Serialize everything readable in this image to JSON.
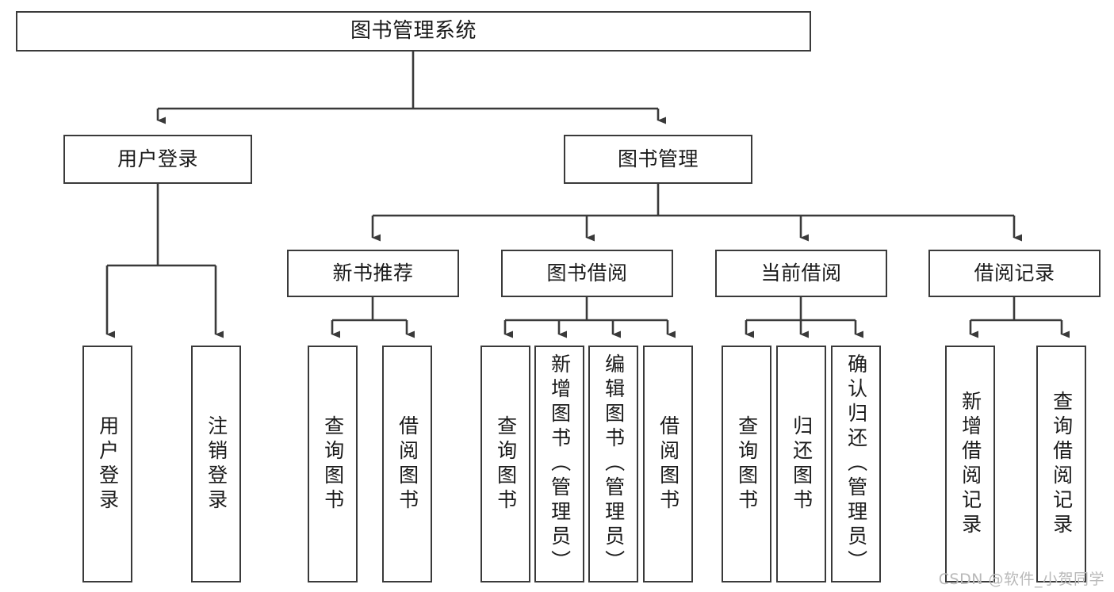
{
  "diagram": {
    "title": "图书管理系统",
    "type": "tree-hierarchy",
    "orientation": "top-down",
    "line_color": "#3a3a3a",
    "box_fill": "#ffffff",
    "text_color": "#1a1a1a"
  },
  "nodes": {
    "root": {
      "label": "图书管理系统",
      "level": 1
    },
    "l2": [
      {
        "id": "user-login",
        "label": "用户登录",
        "level": 2
      },
      {
        "id": "book-manage",
        "label": "图书管理",
        "level": 2
      }
    ],
    "l3": [
      {
        "id": "new-book-rec",
        "label": "新书推荐",
        "level": 3,
        "parent": "book-manage"
      },
      {
        "id": "book-borrow",
        "label": "图书借阅",
        "level": 3,
        "parent": "book-manage"
      },
      {
        "id": "current-borrow",
        "label": "当前借阅",
        "level": 3,
        "parent": "book-manage"
      },
      {
        "id": "borrow-record",
        "label": "借阅记录",
        "level": 3,
        "parent": "book-manage"
      }
    ],
    "leaves": [
      {
        "id": "leaf-user-login",
        "label": "用户登录",
        "parent": "user-login"
      },
      {
        "id": "leaf-user-logout",
        "label": "注销登录",
        "parent": "user-login"
      },
      {
        "id": "leaf-rec-query",
        "label": "查询图书",
        "parent": "new-book-rec"
      },
      {
        "id": "leaf-rec-borrow",
        "label": "借阅图书",
        "parent": "new-book-rec"
      },
      {
        "id": "leaf-borrow-query",
        "label": "查询图书",
        "parent": "book-borrow"
      },
      {
        "id": "leaf-borrow-add",
        "label": "新增图书（管理员）",
        "parent": "book-borrow"
      },
      {
        "id": "leaf-borrow-edit",
        "label": "编辑图书（管理员）",
        "parent": "book-borrow"
      },
      {
        "id": "leaf-borrow-lend",
        "label": "借阅图书",
        "parent": "book-borrow"
      },
      {
        "id": "leaf-cur-query",
        "label": "查询图书",
        "parent": "current-borrow"
      },
      {
        "id": "leaf-cur-return",
        "label": "归还图书",
        "parent": "current-borrow"
      },
      {
        "id": "leaf-cur-confirm",
        "label": "确认归还（管理员）",
        "parent": "current-borrow"
      },
      {
        "id": "leaf-rec-add",
        "label": "新增借阅记录",
        "parent": "borrow-record"
      },
      {
        "id": "leaf-rec-query2",
        "label": "查询借阅记录",
        "parent": "borrow-record"
      }
    ]
  },
  "watermark": {
    "text": "CSDN @软件_小贺同学"
  }
}
